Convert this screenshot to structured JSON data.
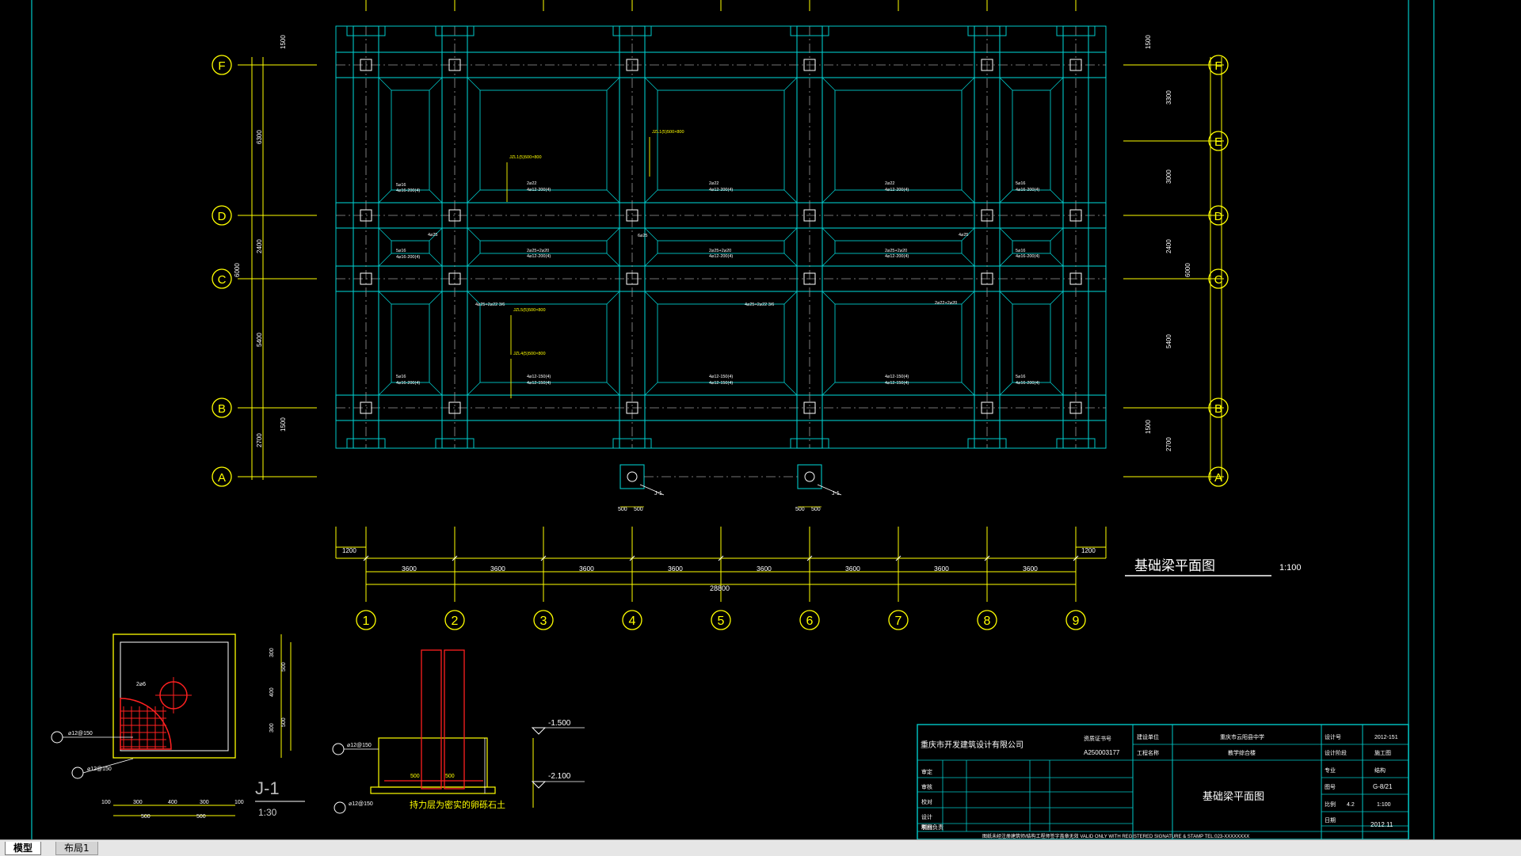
{
  "drawing": {
    "main_title": "基础梁平面图",
    "main_scale": "1:100",
    "detail_title": "J-1",
    "detail_scale": "1:30",
    "column_tag": "J-1",
    "section_note": "持力层为密实的卵砾石土",
    "bar_label": "⌀12@150",
    "bar_small": "2⌀6",
    "elev_top": "-1.500",
    "elev_bottom": "-2.100",
    "total_width": "28800",
    "edge_offset": "1200",
    "bay_width": "3600",
    "grid_cols": [
      "1",
      "2",
      "3",
      "4",
      "5",
      "6",
      "7",
      "8",
      "9"
    ],
    "grid_rows_left": [
      "F",
      "D",
      "C",
      "B",
      "A"
    ],
    "grid_rows_right": [
      "F",
      "E",
      "D",
      "C",
      "B",
      "A"
    ],
    "left_dims": [
      "6300",
      "2400",
      "5400",
      "2700",
      "1500",
      "1500",
      "6000"
    ],
    "right_dims": [
      "1500",
      "3300",
      "3000",
      "2400",
      "5400",
      "2700",
      "1500",
      "6000"
    ],
    "pad_dims": [
      "500",
      "500"
    ],
    "detail_dims": [
      "100",
      "300",
      "400",
      "300",
      "100",
      "500",
      "500"
    ],
    "beam_notes": [
      "5⌀16",
      "4⌀16-200(4)",
      "2⌀22",
      "4⌀12-200(4)",
      "2⌀25+2⌀22",
      "4⌀12-150(4)",
      "4⌀25",
      "2⌀25+2⌀20",
      "JZL1(5)500×800",
      "6⌀25",
      "2⌀22+2⌀20",
      "4⌀25+2⌀22 3/6",
      "JZL5(5)500×800",
      "JZL4(5)500×800"
    ]
  },
  "title_block": {
    "company": "重庆市开发建筑设计有限公司",
    "cert_label": "资质证书号",
    "cert_no": "A250003177",
    "project_label": "建设单位",
    "project": "重庆市云阳县中学",
    "subproject_label": "工程名称",
    "subproject": "教学综合楼",
    "drawing_no_label": "设计号",
    "drawing_no": "2012-151",
    "stage_label": "设计阶段",
    "stage": "施工图",
    "type_label": "专业",
    "type": "结构",
    "sheet_label": "图号",
    "sheet": "G-8/21",
    "scale_label": "比例",
    "scale": "1:100",
    "version": "4.2",
    "date_label": "日期",
    "date": "2012.11",
    "drawing_title": "基础梁平面图",
    "roles": [
      "审定",
      "审核",
      "校对",
      "设计",
      "制图",
      "项目负责"
    ],
    "footer": "图纸未经注册建筑师/结构工程师签字盖章无效 VALID ONLY WITH REGISTERED SIGNATURE & STAMP  TEL:023-XXXXXXXX"
  },
  "tabs": [
    "模型",
    "布局1"
  ],
  "colors": {
    "background": "#000000",
    "beam": "#00c8c8",
    "dims": "#ffff00",
    "grid": "#ffff00",
    "rebar": "#ff2020",
    "white": "#ffffff",
    "tab_bar": "#e6e6e6"
  }
}
